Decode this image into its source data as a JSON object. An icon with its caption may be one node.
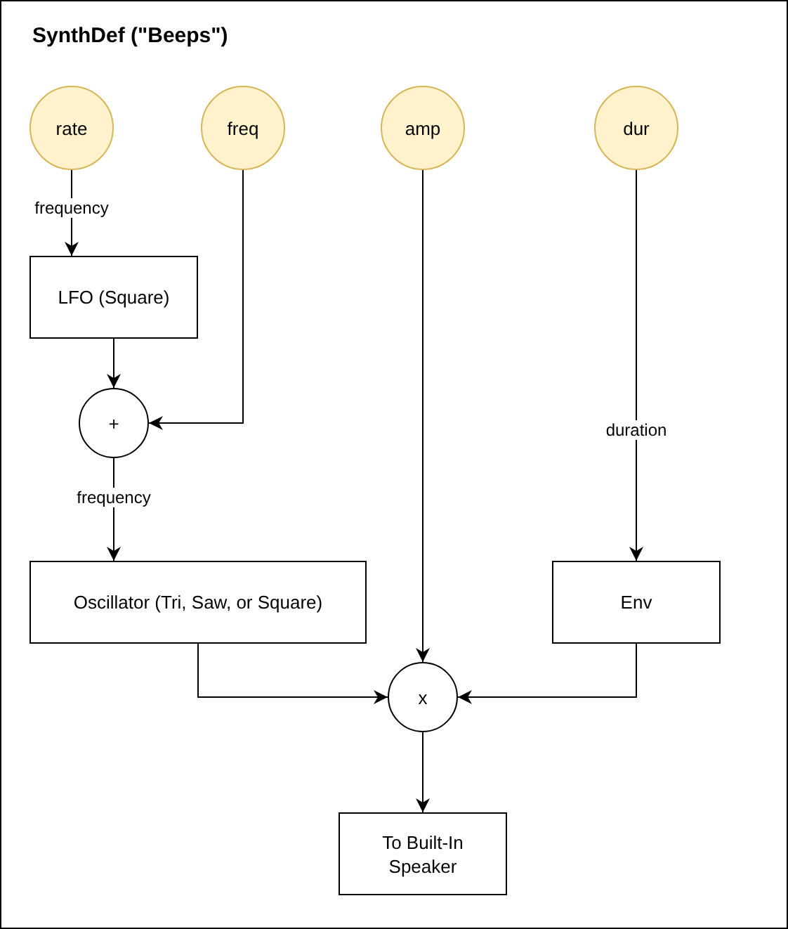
{
  "diagram": {
    "title": "SynthDef (\"Beeps\")",
    "nodes": [
      {
        "text": [],
        "shape": "box"
      },
      {
        "text": [
          "rate"
        ],
        "in": 0
      },
      {
        "text": [
          "freq"
        ],
        "in": 0
      },
      {
        "text": [
          "amp"
        ],
        "in": 0
      },
      {
        "text": [
          "dur"
        ],
        "in": 0
      },
      {
        "text": [
          "LFO (Square)"
        ],
        "in": 0
      },
      {
        "text": [
          "+"
        ],
        "in": 0
      },
      {
        "text": [
          "Oscillator (Tri, Saw, or Square)"
        ],
        "in": 0
      },
      {
        "text": [
          "Env"
        ],
        "in": 0
      },
      {
        "text": [
          "x"
        ],
        "in": 0
      },
      {
        "text": [
          "To Built-In Speaker"
        ],
        "in": 0
      }
    ],
    "edges": [
      {
        "from": 1,
        "to": 5,
        "arrow": "to",
        "label": "frequency"
      },
      {
        "from": 5,
        "to": 6,
        "arrow": "to"
      },
      {
        "from": 2,
        "to": 6,
        "arrow": "to"
      },
      {
        "from": 6,
        "to": 7,
        "arrow": "to",
        "label": "frequency"
      },
      {
        "from": 3,
        "to": 9,
        "arrow": "to"
      },
      {
        "from": 4,
        "to": 8,
        "arrow": "to",
        "label": "duration"
      },
      {
        "from": 7,
        "to": 9,
        "arrow": "to"
      },
      {
        "from": 8,
        "to": 9,
        "arrow": "to"
      },
      {
        "from": 9,
        "to": 10,
        "arrow": "to"
      }
    ]
  }
}
